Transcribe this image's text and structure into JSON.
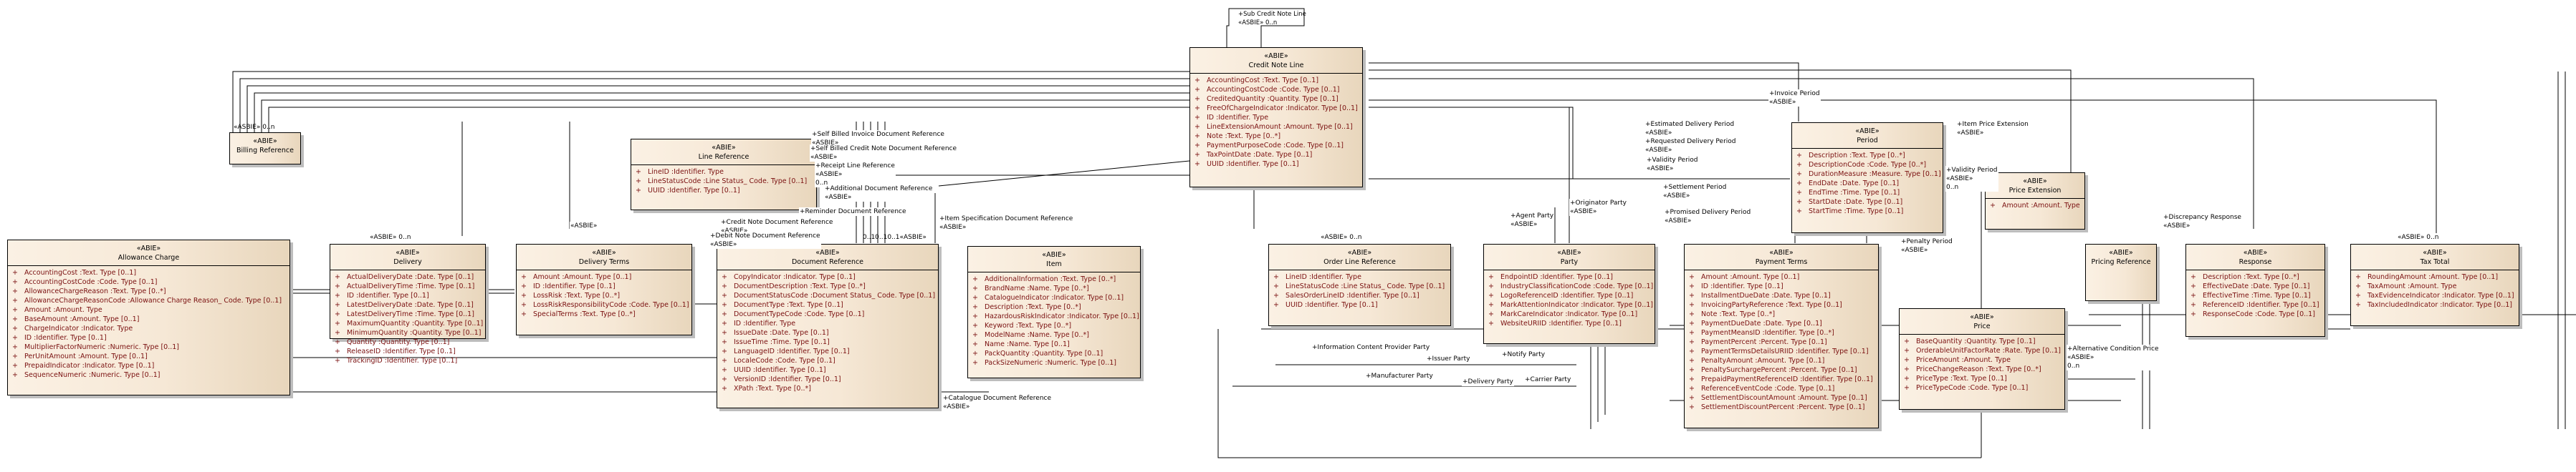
{
  "diagram": {
    "stereotype_class": "«ABIE»",
    "stereotype_assoc": "«ASBIE»",
    "classes": {
      "allowance_charge": {
        "name": "Allowance Charge",
        "attributes": [
          "AccountingCost  :Text. Type [0..1]",
          "AccountingCostCode  :Code. Type [0..1]",
          "AllowanceChargeReason  :Text. Type [0..*]",
          "AllowanceChargeReasonCode  :Allowance Charge Reason_ Code. Type [0..1]",
          "Amount  :Amount. Type",
          "BaseAmount  :Amount. Type [0..1]",
          "ChargeIndicator  :Indicator. Type",
          "ID  :Identifier. Type [0..1]",
          "MultiplierFactorNumeric  :Numeric. Type [0..1]",
          "PerUnitAmount  :Amount. Type [0..1]",
          "PrepaidIndicator  :Indicator. Type [0..1]",
          "SequenceNumeric  :Numeric. Type [0..1]"
        ]
      },
      "billing_reference": {
        "name": "Billing Reference",
        "attributes": []
      },
      "delivery": {
        "name": "Delivery",
        "attributes": [
          "ActualDeliveryDate  :Date. Type [0..1]",
          "ActualDeliveryTime  :Time. Type [0..1]",
          "ID  :Identifier. Type [0..1]",
          "LatestDeliveryDate  :Date. Type [0..1]",
          "LatestDeliveryTime  :Time. Type [0..1]",
          "MaximumQuantity  :Quantity. Type [0..1]",
          "MinimumQuantity  :Quantity. Type [0..1]",
          "Quantity  :Quantity. Type [0..1]",
          "ReleaseID  :Identifier. Type [0..1]",
          "TrackingID  :Identifier. Type [0..1]"
        ]
      },
      "delivery_terms": {
        "name": "Delivery Terms",
        "attributes": [
          "Amount  :Amount. Type [0..1]",
          "ID  :Identifier. Type [0..1]",
          "LossRisk  :Text. Type [0..*]",
          "LossRiskResponsibilityCode  :Code. Type [0..1]",
          "SpecialTerms  :Text. Type [0..*]"
        ]
      },
      "line_reference": {
        "name": "Line Reference",
        "attributes": [
          "LineID  :Identifier. Type",
          "LineStatusCode  :Line Status_ Code. Type [0..1]",
          "UUID  :Identifier. Type [0..1]"
        ]
      },
      "document_reference": {
        "name": "Document Reference",
        "attributes": [
          "CopyIndicator  :Indicator. Type [0..1]",
          "DocumentDescription  :Text. Type [0..*]",
          "DocumentStatusCode  :Document Status_ Code. Type [0..1]",
          "DocumentType  :Text. Type [0..1]",
          "DocumentTypeCode  :Code. Type [0..1]",
          "ID  :Identifier. Type",
          "IssueDate  :Date. Type [0..1]",
          "IssueTime  :Time. Type [0..1]",
          "LanguageID  :Identifier. Type [0..1]",
          "LocaleCode  :Code. Type [0..1]",
          "UUID  :Identifier. Type [0..1]",
          "VersionID  :Identifier. Type [0..1]",
          "XPath  :Text. Type [0..*]"
        ]
      },
      "item": {
        "name": "Item",
        "attributes": [
          "AdditionalInformation  :Text. Type [0..*]",
          "BrandName  :Name. Type [0..*]",
          "CatalogueIndicator  :Indicator. Type [0..1]",
          "Description  :Text. Type [0..*]",
          "HazardousRiskIndicator  :Indicator. Type [0..1]",
          "Keyword  :Text. Type [0..*]",
          "ModelName  :Name. Type [0..*]",
          "Name  :Name. Type [0..1]",
          "PackQuantity  :Quantity. Type [0..1]",
          "PackSizeNumeric  :Numeric. Type [0..1]"
        ]
      },
      "credit_note_line": {
        "name": "Credit Note Line",
        "attributes": [
          "AccountingCost  :Text. Type [0..1]",
          "AccountingCostCode  :Code. Type [0..1]",
          "CreditedQuantity  :Quantity. Type [0..1]",
          "FreeOfChargeIndicator  :Indicator. Type [0..1]",
          "ID  :Identifier. Type",
          "LineExtensionAmount  :Amount. Type [0..1]",
          "Note  :Text. Type [0..*]",
          "PaymentPurposeCode  :Code. Type [0..1]",
          "TaxPointDate  :Date. Type [0..1]",
          "UUID  :Identifier. Type [0..1]"
        ]
      },
      "order_line_reference": {
        "name": "Order Line Reference",
        "attributes": [
          "LineID  :Identifier. Type",
          "LineStatusCode  :Line Status_ Code. Type [0..1]",
          "SalesOrderLineID  :Identifier. Type [0..1]",
          "UUID  :Identifier. Type [0..1]"
        ]
      },
      "party": {
        "name": "Party",
        "attributes": [
          "EndpointID  :Identifier. Type [0..1]",
          "IndustryClassificationCode  :Code. Type [0..1]",
          "LogoReferenceID  :Identifier. Type [0..1]",
          "MarkAttentionIndicator  :Indicator. Type [0..1]",
          "MarkCareIndicator  :Indicator. Type [0..1]",
          "WebsiteURIID  :Identifier. Type [0..1]"
        ]
      },
      "payment_terms": {
        "name": "Payment Terms",
        "attributes": [
          "Amount  :Amount. Type [0..1]",
          "ID  :Identifier. Type [0..1]",
          "InstallmentDueDate  :Date. Type [0..1]",
          "InvoicingPartyReference  :Text. Type [0..1]",
          "Note  :Text. Type [0..*]",
          "PaymentDueDate  :Date. Type [0..1]",
          "PaymentMeansID  :Identifier. Type [0..*]",
          "PaymentPercent  :Percent. Type [0..1]",
          "PaymentTermsDetailsURIID  :Identifier. Type [0..1]",
          "PenaltyAmount  :Amount. Type [0..1]",
          "PenaltySurchargePercent  :Percent. Type [0..1]",
          "PrepaidPaymentReferenceID  :Identifier. Type [0..1]",
          "ReferenceEventCode  :Code. Type [0..1]",
          "SettlementDiscountAmount  :Amount. Type [0..1]",
          "SettlementDiscountPercent  :Percent. Type [0..1]"
        ]
      },
      "period": {
        "name": "Period",
        "attributes": [
          "Description  :Text. Type [0..*]",
          "DescriptionCode  :Code. Type [0..*]",
          "DurationMeasure  :Measure. Type [0..1]",
          "EndDate  :Date. Type [0..1]",
          "EndTime  :Time. Type [0..1]",
          "StartDate  :Date. Type [0..1]",
          "StartTime  :Time. Type [0..1]"
        ]
      },
      "price_extension": {
        "name": "Price Extension",
        "attributes": [
          "Amount  :Amount. Type"
        ]
      },
      "pricing_reference": {
        "name": "Pricing Reference",
        "attributes": []
      },
      "price": {
        "name": "Price",
        "attributes": [
          "BaseQuantity  :Quantity. Type [0..1]",
          "OrderableUnitFactorRate  :Rate. Type [0..1]",
          "PriceAmount  :Amount. Type",
          "PriceChangeReason  :Text. Type [0..*]",
          "PriceType  :Text. Type [0..1]",
          "PriceTypeCode  :Code. Type [0..1]"
        ]
      },
      "response": {
        "name": "Response",
        "attributes": [
          "Description  :Text. Type [0..*]",
          "EffectiveDate  :Date. Type [0..1]",
          "EffectiveTime  :Time. Type [0..1]",
          "ReferenceID  :Identifier. Type [0..1]",
          "ResponseCode  :Code. Type [0..1]"
        ]
      },
      "tax_total": {
        "name": "Tax Total",
        "attributes": [
          "RoundingAmount  :Amount. Type [0..1]",
          "TaxAmount  :Amount. Type",
          "TaxEvidenceIndicator  :Indicator. Type [0..1]",
          "TaxIncludedIndicator  :Indicator. Type [0..1]"
        ]
      }
    },
    "association_labels": [
      "+Sub Credit Note Line",
      "«ASBIE» 0..n",
      "+Self Billed Invoice Document Reference",
      "+Self Billed Credit Note Document Reference",
      "+Receipt Line Reference",
      "+Additional Document Reference",
      "+Reminder Document Reference",
      "+Item Specification Document Reference",
      "+Credit Note Document Reference",
      "+Debit Note Document Reference",
      "+Catalogue Document Reference",
      "+Invoice Period",
      "+Estimated Delivery Period",
      "+Requested Delivery Period",
      "+Validity Period",
      "+Settlement Period",
      "+Promised Delivery Period",
      "+Originator Party",
      "+Agent Party",
      "+Item Price Extension",
      "+Penalty Period",
      "+Discrepancy Response",
      "+Alternative Condition Price",
      "+Information Content Provider Party",
      "+Issuer Party",
      "+Notify Party",
      "+Manufacturer Party",
      "+Delivery Party",
      "+Carrier Party"
    ],
    "multiplicities": {
      "zero_n": "0..n",
      "zero_one": "0..1",
      "doc_ref_multi": "0..10..10..1«ASBIE»"
    }
  }
}
